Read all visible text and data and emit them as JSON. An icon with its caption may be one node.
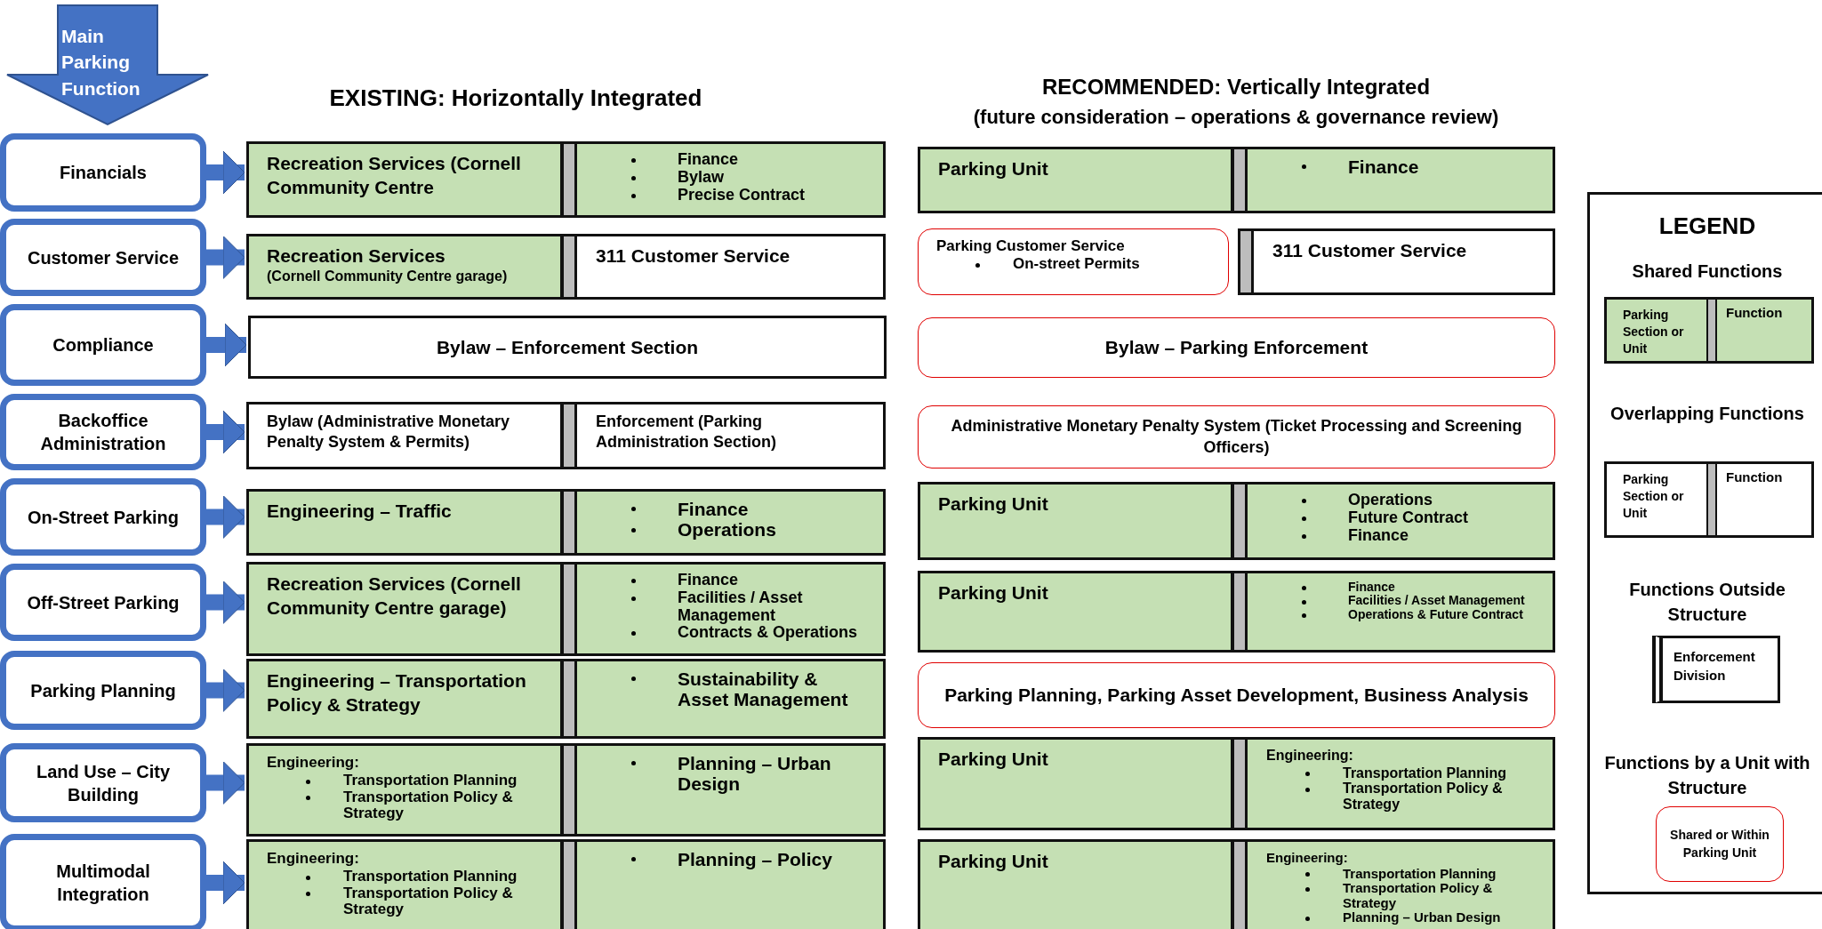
{
  "diagram": {
    "nodes": [
      {
        "text": [
          "Main Parking Function"
        ]
      },
      {
        "text": [
          "Financials"
        ]
      },
      {
        "text": [
          "Recreation Services (Cornell Community Centre"
        ]
      },
      {
        "text": [
          "Finance",
          "Bylaw",
          "Precise Contract"
        ]
      },
      {
        "text": [
          "Parking Unit"
        ]
      },
      {
        "text": [
          "Finance"
        ]
      },
      {
        "text": [
          "Customer Service"
        ]
      },
      {
        "text": [
          "Recreation Services",
          "(Cornell Community Centre garage)"
        ]
      },
      {
        "text": [
          "311 Customer Service"
        ]
      },
      {
        "text": [
          "Parking Customer Service",
          "On-street Permits"
        ]
      },
      {
        "text": [
          "311 Customer Service"
        ]
      },
      {
        "text": [
          "Compliance"
        ]
      },
      {
        "text": [
          "Bylaw – Enforcement Section"
        ]
      },
      {
        "text": [
          "Bylaw – Parking Enforcement"
        ]
      },
      {
        "text": [
          "Backoffice Administration"
        ]
      },
      {
        "text": [
          "Bylaw (Administrative Monetary Penalty System & Permits)"
        ]
      },
      {
        "text": [
          "Enforcement (Parking Administration Section)"
        ]
      },
      {
        "text": [
          "Administrative Monetary Penalty System (Ticket Processing and Screening Officers)"
        ]
      },
      {
        "text": [
          "On-Street Parking"
        ]
      },
      {
        "text": [
          "Engineering – Traffic"
        ]
      },
      {
        "text": [
          "Finance",
          "Operations"
        ]
      },
      {
        "text": [
          "Parking Unit"
        ]
      },
      {
        "text": [
          "Operations",
          "Future Contract",
          "Finance"
        ]
      },
      {
        "text": [
          "Off-Street Parking"
        ]
      },
      {
        "text": [
          "Recreation Services (Cornell Community Centre garage)"
        ]
      },
      {
        "text": [
          "Finance",
          "Facilities / Asset Management",
          "Contracts & Operations"
        ]
      },
      {
        "text": [
          "Parking Unit"
        ]
      },
      {
        "text": [
          "Finance",
          "Facilities / Asset Management",
          "Operations & Future Contract"
        ]
      },
      {
        "text": [
          "Parking Planning"
        ]
      },
      {
        "text": [
          "Engineering – Transportation Policy & Strategy"
        ]
      },
      {
        "text": [
          "Sustainability & Asset Management"
        ]
      },
      {
        "text": [
          "Parking Planning, Parking Asset Development, Business Analysis"
        ]
      },
      {
        "text": [
          "Land Use – City Building"
        ]
      },
      {
        "text": [
          "Engineering:",
          "Transportation Planning",
          "Transportation Policy & Strategy"
        ]
      },
      {
        "text": [
          "Planning – Urban Design"
        ]
      },
      {
        "text": [
          "Parking Unit"
        ]
      },
      {
        "text": [
          "Engineering:",
          "Transportation Planning",
          "Transportation Policy & Strategy"
        ]
      },
      {
        "text": [
          "Multimodal Integration"
        ]
      },
      {
        "text": [
          "Engineering:",
          "Transportation Planning",
          "Transportation Policy & Strategy"
        ]
      },
      {
        "text": [
          "Planning – Policy"
        ]
      },
      {
        "text": [
          "Parking Unit"
        ]
      },
      {
        "text": [
          "Engineering:",
          "Transportation Planning",
          "Transportation Policy & Strategy",
          "Planning – Urban Design"
        ]
      }
    ],
    "edges": [
      {
        "from": 1,
        "to": 2,
        "arrow": "to"
      },
      {
        "from": 6,
        "to": 7,
        "arrow": "to"
      },
      {
        "from": 11,
        "to": 12,
        "arrow": "to"
      },
      {
        "from": 14,
        "to": 15,
        "arrow": "to"
      },
      {
        "from": 18,
        "to": 19,
        "arrow": "to"
      },
      {
        "from": 23,
        "to": 24,
        "arrow": "to"
      },
      {
        "from": 28,
        "to": 29,
        "arrow": "to"
      },
      {
        "from": 32,
        "to": 33,
        "arrow": "to"
      },
      {
        "from": 37,
        "to": 38,
        "arrow": "to"
      }
    ],
    "labels": [
      "EXISTING: Horizontally Integrated",
      "RECOMMENDED: Vertically Integrated",
      "(future consideration – operations & governance review)",
      "LEGEND",
      "Parking Section or Unit",
      "Function",
      "Parking Section or Unit",
      "Function",
      "Enforcement Division",
      "Shared or Within Parking Unit"
    ],
    "legend": [
      {
        "text": "Shared Functions"
      },
      {
        "text": "Overlapping Functions"
      },
      {
        "text": "Functions Outside Structure"
      },
      {
        "text": "Functions by a Unit with Structure"
      }
    ]
  }
}
